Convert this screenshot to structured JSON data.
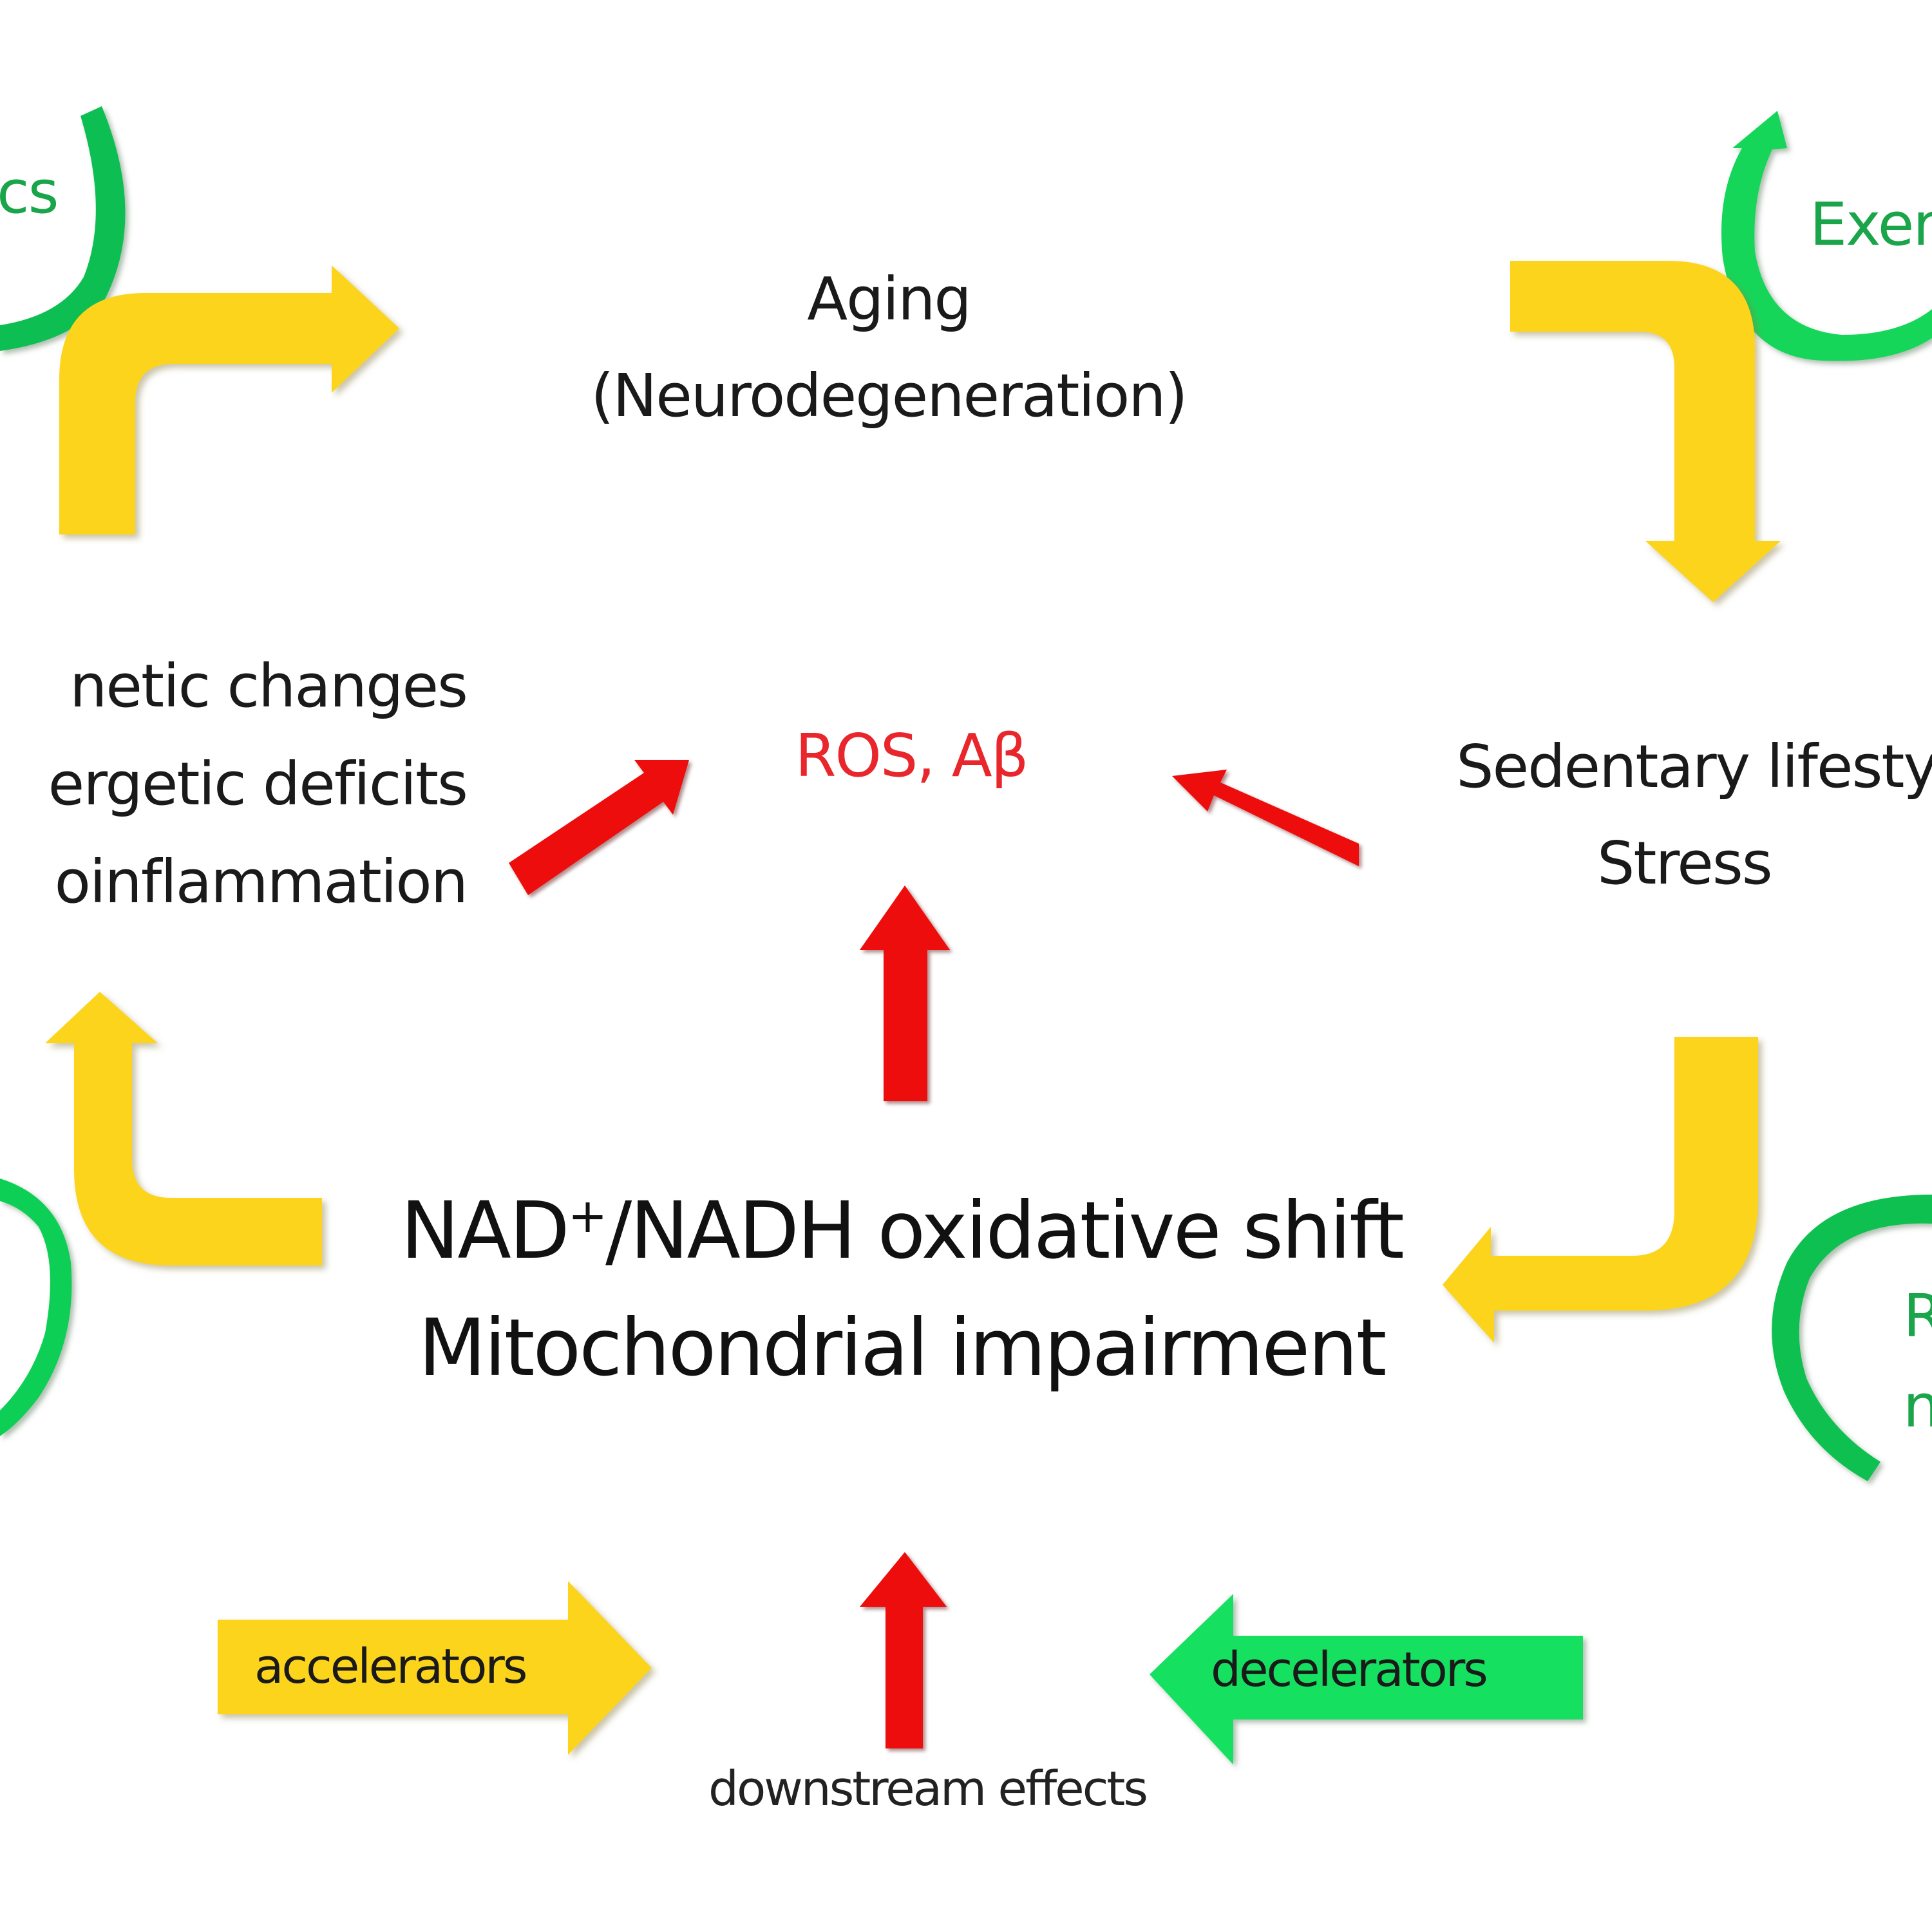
{
  "diagram": {
    "title": "NAD+/NADH oxidative shift and neurodegeneration cycle",
    "top": {
      "line1": "Aging",
      "line2": "(Neurodegeneration)"
    },
    "left_factors": [
      "netic changes",
      "ergetic deficits",
      "oinflammation"
    ],
    "right_factors": [
      "Sedentary lifesty",
      "Stress"
    ],
    "center_effect": "ROS, Aβ",
    "core": {
      "line1_prefix": "NAD",
      "line1_sup": "+",
      "line1_suffix": "/NADH oxidative shift",
      "line2": "Mitochondrial impairment"
    },
    "green_interventions": {
      "top_left": "cs",
      "top_right": "Exer",
      "bottom_right_line1": "R",
      "bottom_right_line2": "n"
    },
    "legend": {
      "accelerators": "accelerators",
      "decelerators": "decelerators",
      "downstream": "downstream effects"
    },
    "colors": {
      "accelerator_yellow": "#fcd41e",
      "decelerator_green": "#12d65a",
      "green_dark": "#0fb24a",
      "downstream_red": "#ee0a0a",
      "text": "#1a1a1a",
      "ros_text": "#e8262b",
      "green_text": "#1aa54a"
    }
  }
}
